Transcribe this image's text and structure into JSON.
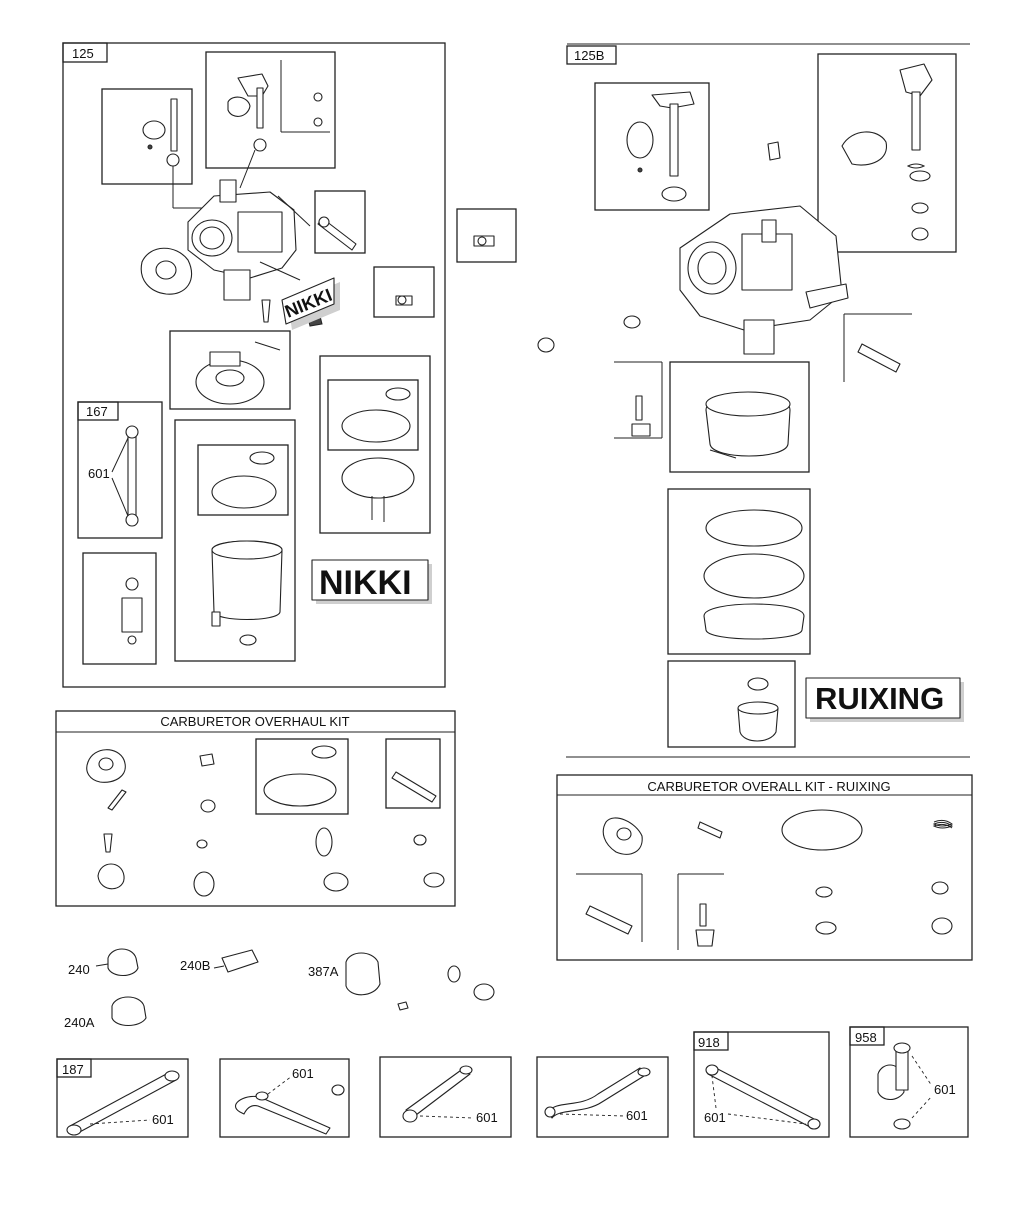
{
  "figure_labels": {
    "box_125": "125",
    "box_125B": "125B",
    "box_167_inner": "167",
    "box_167_bottom": "187",
    "box_918": "918",
    "box_958": "958"
  },
  "part_refs": {
    "ref_601_inner": "601",
    "ref_240": "240",
    "ref_240A": "240A",
    "ref_240B": "240B",
    "ref_387A": "387A",
    "ref_601_hose1": "601",
    "ref_601_hose2": "601",
    "ref_601_hose3": "601",
    "ref_601_hose4": "601",
    "ref_601_918": "601",
    "ref_601_958": "601"
  },
  "brands": {
    "nikki_small": "NIKKI",
    "nikki_big": "NIKKI",
    "ruixing": "RUIXING"
  },
  "kits": {
    "overhaul_title": "CARBURETOR OVERHAUL KIT",
    "ruixing_title": "CARBURETOR OVERALL KIT - RUIXING"
  }
}
